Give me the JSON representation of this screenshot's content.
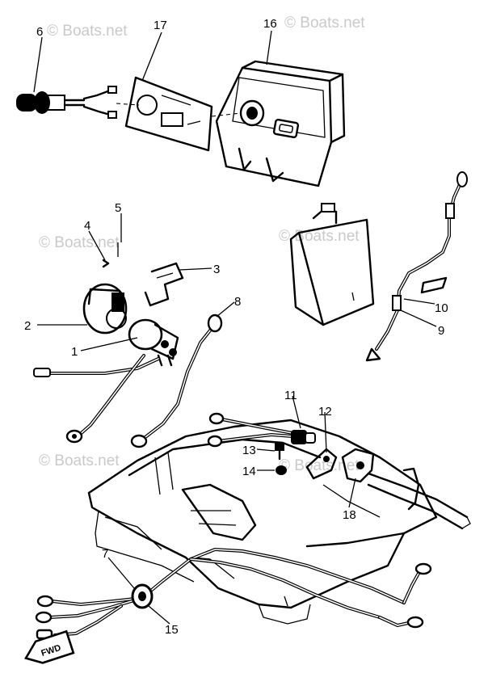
{
  "watermark": "© Boats.net",
  "direction_badge": "FWD",
  "callouts": [
    "1",
    "2",
    "3",
    "4",
    "5",
    "6",
    "7",
    "8",
    "9",
    "10",
    "11",
    "12",
    "13",
    "14",
    "15",
    "16",
    "17",
    "18"
  ],
  "colors": {
    "ink": "#000000",
    "paper": "#ffffff",
    "watermark": "#c9c9c9"
  }
}
